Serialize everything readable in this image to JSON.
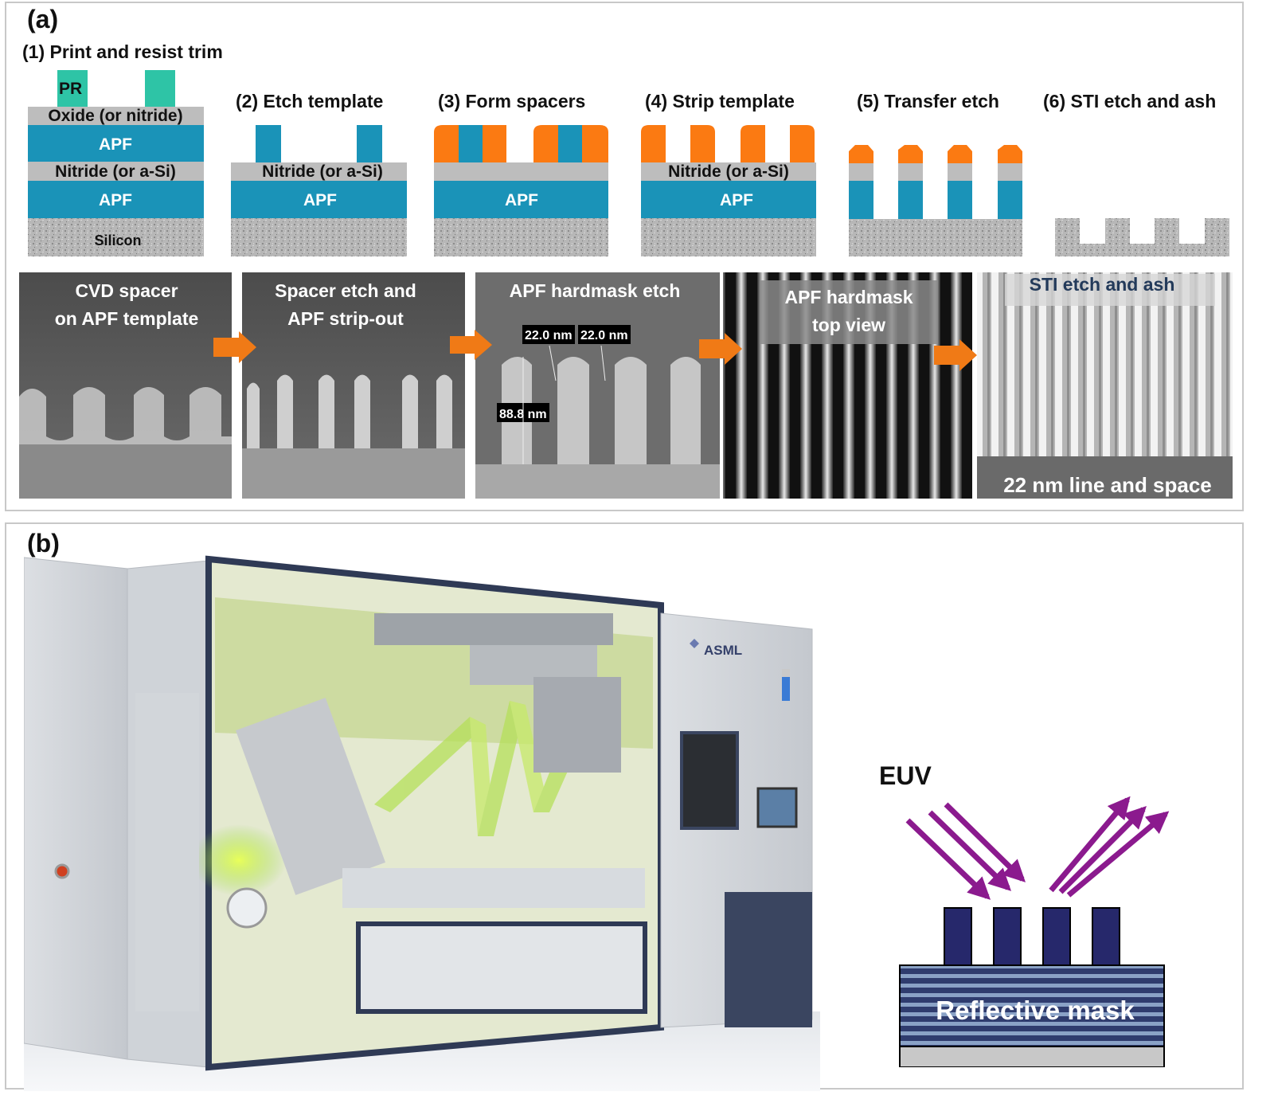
{
  "panel_a": {
    "label": "(a)",
    "steps": [
      "(1) Print and resist trim",
      "(2) Etch template",
      "(3) Form spacers",
      "(4) Strip template",
      "(5) Transfer etch",
      "(6) STI etch and ash"
    ],
    "layers": {
      "pr": "PR",
      "oxide": "Oxide (or nitride)",
      "apf": "APF",
      "nitride": "Nitride (or a-Si)",
      "silicon": "Silicon"
    },
    "sem": [
      {
        "line1": "CVD spacer",
        "line2": "on APF template"
      },
      {
        "line1": "Spacer etch and",
        "line2": "APF strip-out"
      },
      {
        "line1": "APF hardmask etch",
        "line2": ""
      },
      {
        "line1": "APF hardmask",
        "line2": "top view"
      },
      {
        "line1": "STI etch and ash",
        "line2": ""
      }
    ],
    "measurements": {
      "width1": "22.0 nm",
      "width2": "22.0 nm",
      "height": "88.8 nm"
    },
    "footer": "22 nm line and space"
  },
  "panel_b": {
    "label": "(b)",
    "brand": "ASML",
    "euv": "EUV",
    "mask": "Reflective mask"
  },
  "colors": {
    "apf": "#1a93b8",
    "pr": "#2ec4a6",
    "spacer": "#fb7a12",
    "gray_layer": "#bdbdbd",
    "arrow": "#f07a16",
    "euv_arrow": "#8b1a8e",
    "absorber": "#26286b"
  }
}
